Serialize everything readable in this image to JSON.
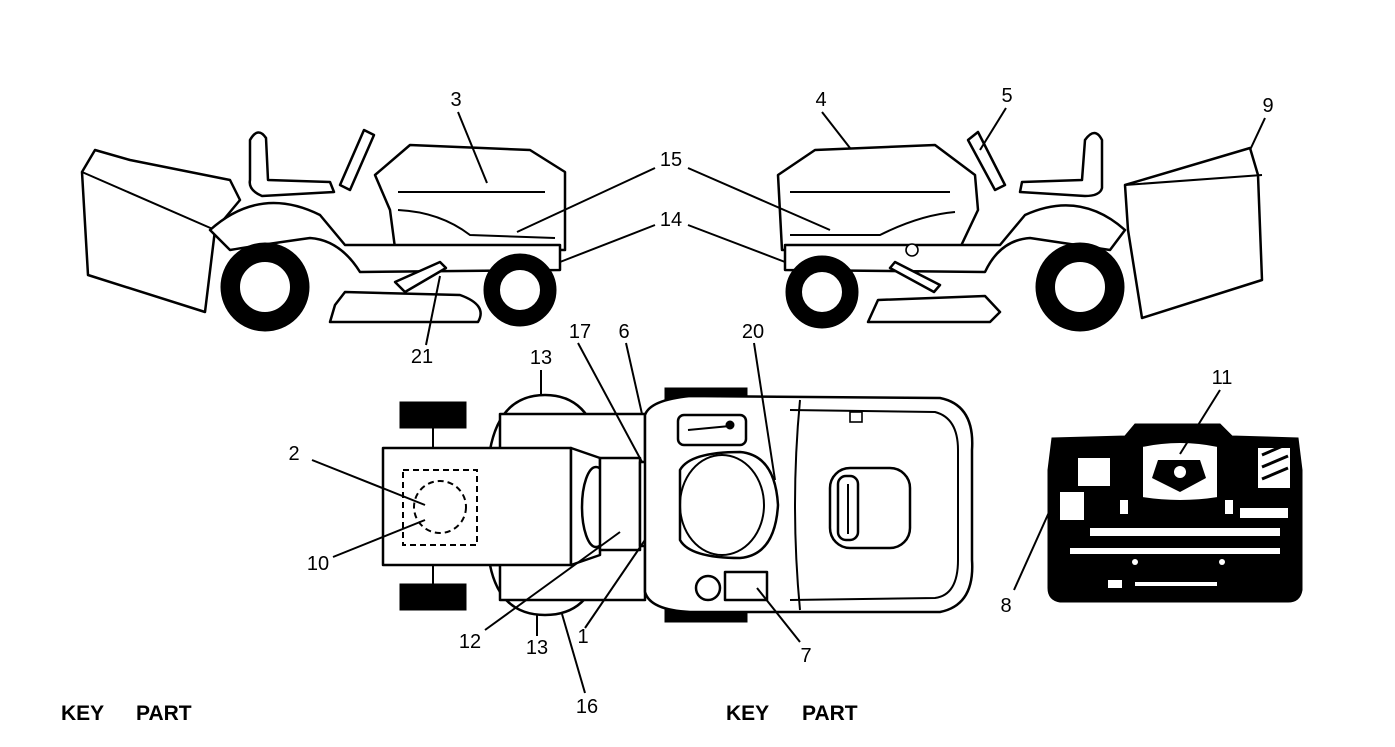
{
  "page": {
    "headers": [
      {
        "key": "KEY",
        "part": "PART"
      },
      {
        "key": "KEY",
        "part": "PART"
      }
    ]
  },
  "callouts": [
    {
      "id": "c1",
      "label": "1"
    },
    {
      "id": "c2",
      "label": "2"
    },
    {
      "id": "c3",
      "label": "3"
    },
    {
      "id": "c4",
      "label": "4"
    },
    {
      "id": "c5",
      "label": "5"
    },
    {
      "id": "c6",
      "label": "6"
    },
    {
      "id": "c7",
      "label": "7"
    },
    {
      "id": "c8",
      "label": "8"
    },
    {
      "id": "c9",
      "label": "9"
    },
    {
      "id": "c10",
      "label": "10"
    },
    {
      "id": "c11",
      "label": "11"
    },
    {
      "id": "c12",
      "label": "12"
    },
    {
      "id": "c13a",
      "label": "13"
    },
    {
      "id": "c13b",
      "label": "13"
    },
    {
      "id": "c14",
      "label": "14"
    },
    {
      "id": "c15",
      "label": "15"
    },
    {
      "id": "c16",
      "label": "16"
    },
    {
      "id": "c17",
      "label": "17"
    },
    {
      "id": "c20",
      "label": "20"
    },
    {
      "id": "c21",
      "label": "21"
    }
  ]
}
